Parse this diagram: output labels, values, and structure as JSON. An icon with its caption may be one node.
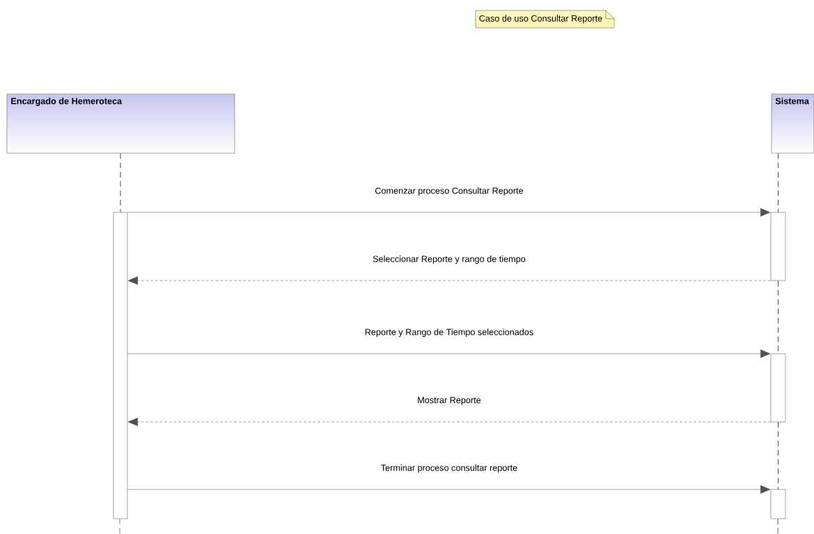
{
  "diagram": {
    "nodes": [
      {
        "text": [
          "Caso de uso Consultar Reporte"
        ]
      },
      {
        "text": [
          "Encargado de Hemeroteca"
        ]
      },
      {
        "text": [
          "Sistema"
        ]
      },
      {
        "text": [],
        "shape": "bar"
      },
      {
        "text": [],
        "shape": "bar"
      },
      {
        "text": [],
        "shape": "bar"
      },
      {
        "text": [],
        "shape": "bar"
      }
    ],
    "edges": [
      {
        "from": 1,
        "to": 3,
        "arrow": "none",
        "style": "dashed"
      },
      {
        "from": 2,
        "to": 4,
        "arrow": "none",
        "style": "dashed"
      },
      {
        "from": 4,
        "to": 5,
        "arrow": "none",
        "style": "dashed"
      },
      {
        "from": 5,
        "to": 6,
        "arrow": "none",
        "style": "dashed"
      },
      {
        "from": 3,
        "to": 4,
        "arrow": "to",
        "label": "Comenzar proceso Consultar Reporte"
      },
      {
        "from": 4,
        "to": 3,
        "arrow": "to",
        "style": "dashed",
        "label": "Seleccionar Reporte y rango de tiempo"
      },
      {
        "from": 3,
        "to": 5,
        "arrow": "to",
        "label": "Reporte y Rango de Tiempo seleccionados"
      },
      {
        "from": 5,
        "to": 3,
        "arrow": "to",
        "style": "dashed",
        "label": "Mostrar Reporte"
      },
      {
        "from": 3,
        "to": 6,
        "arrow": "to",
        "label": "Terminar proceso consultar reporte"
      }
    ]
  }
}
